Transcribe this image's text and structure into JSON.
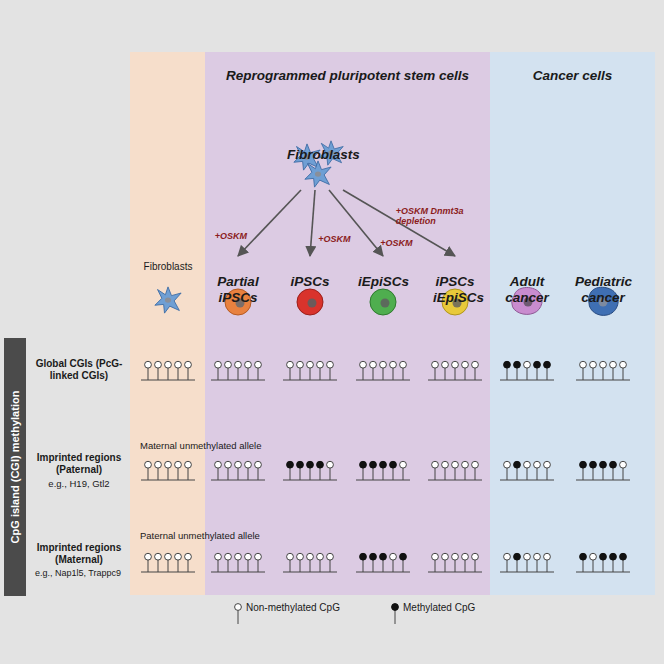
{
  "diagram": {
    "nodes": [
      {
        "text": [
          "Reprogrammed pluripotent stem cells"
        ]
      },
      {
        "text": [
          "Cancer cells"
        ]
      },
      {
        "text": [
          "CpG island (CGI) methylation"
        ]
      },
      {
        "text": [
          "Fibroblasts"
        ],
        "in": 0
      },
      {
        "text": [
          "Partial iPSCs"
        ],
        "in": 0
      },
      {
        "text": [
          "iPSCs"
        ],
        "in": 0
      },
      {
        "text": [
          "iEpiSCs"
        ],
        "in": 0
      },
      {
        "text": [
          "iPSCs iEpiSCs"
        ],
        "in": 0
      },
      {
        "text": [
          "Adult cancer"
        ],
        "in": 1
      },
      {
        "text": [
          "Pediatric cancer"
        ],
        "in": 1
      },
      {
        "text": [
          "Fibroblasts"
        ]
      }
    ],
    "edges": [
      {
        "from": 3,
        "to": 4,
        "arrow": "to",
        "label": "+OSKM"
      },
      {
        "from": 3,
        "to": 5,
        "arrow": "to",
        "label": "+OSKM"
      },
      {
        "from": 3,
        "to": 6,
        "arrow": "to",
        "label": "+OSKM"
      },
      {
        "from": 3,
        "to": 7,
        "arrow": "to",
        "label": "+OSKM Dnmt3a depletion"
      }
    ],
    "labels": [
      "Global CGIs (PcG-linked CGIs)",
      "Imprinted regions (Paternal)",
      "e.g., H19, Gtl2",
      "Imprinted regions (Maternal)",
      "e.g., Nap1l5, Trappc9",
      "Maternal unmethylated allele",
      "Paternal unmethylated allele"
    ],
    "legend": [
      {
        "text": "Non-methylated CpG"
      },
      {
        "text": "Methylated CpG"
      }
    ]
  }
}
